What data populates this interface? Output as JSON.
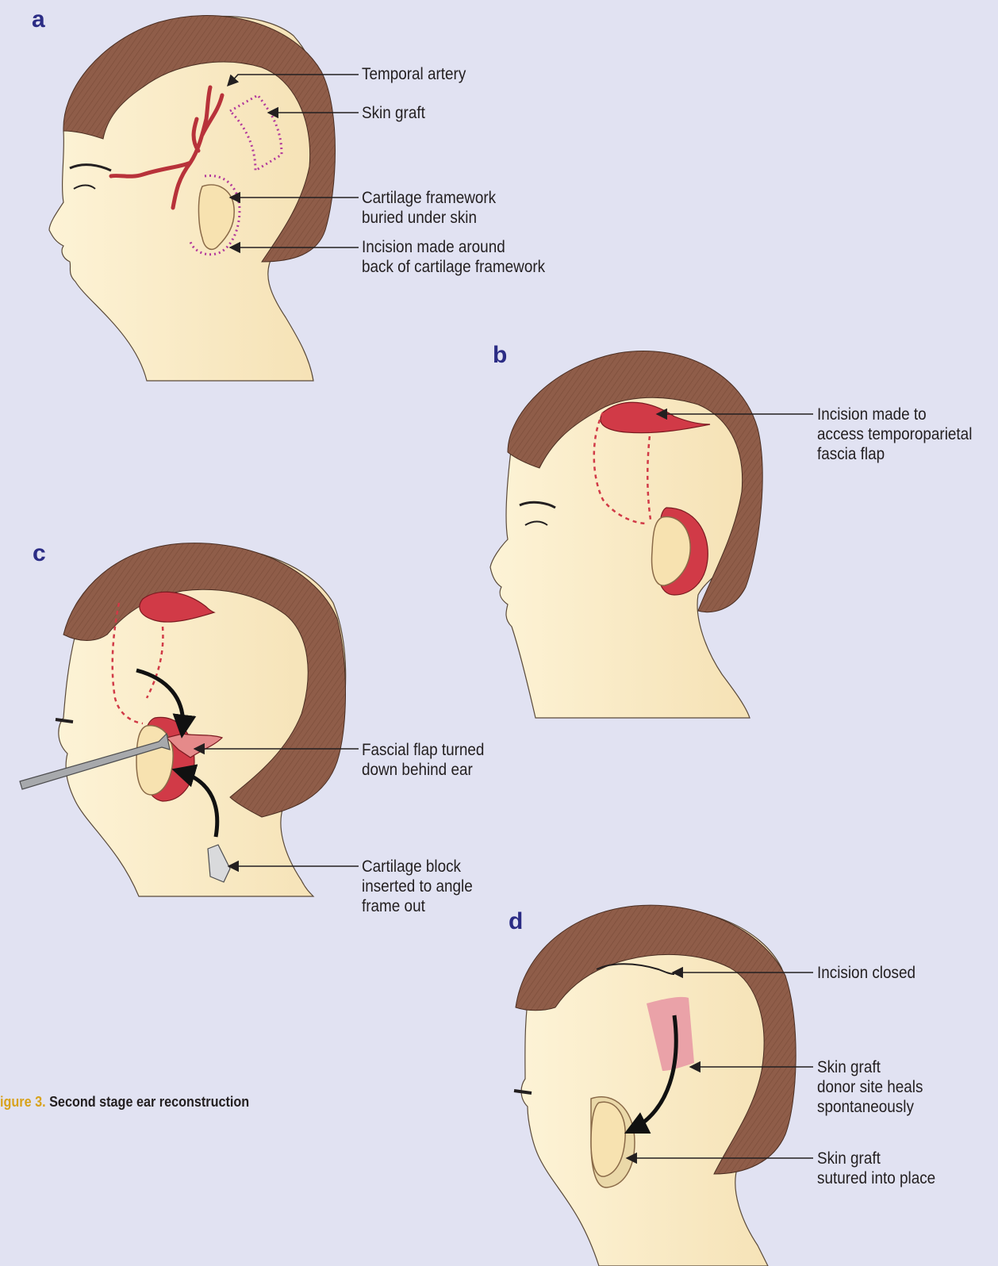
{
  "panels": {
    "a": {
      "letter": "a",
      "labels": {
        "temporal_artery": "Temporal artery",
        "skin_graft": "Skin graft",
        "cartilage_framework": "Cartilage framework\nburied under skin",
        "incision_around": "Incision made around\nback of cartilage framework"
      }
    },
    "b": {
      "letter": "b",
      "labels": {
        "incision_access": "Incision made to\naccess temporoparietal\nfascia flap"
      }
    },
    "c": {
      "letter": "c",
      "labels": {
        "fascial_flap": "Fascial flap turned\ndown behind ear",
        "cartilage_block": "Cartilage block\ninserted to angle\nframe out"
      }
    },
    "d": {
      "letter": "d",
      "labels": {
        "incision_closed": "Incision closed",
        "donor_site": "Skin graft\ndonor site heals\nspontaneously",
        "graft_sutured": "Skin graft\nsutured into place"
      }
    }
  },
  "caption": {
    "figure_label": "igure 3.",
    "text": " Second stage ear reconstruction"
  },
  "colors": {
    "background": "#e1e2f2",
    "skin": "#fbeec8",
    "hair": "#8f5d49",
    "wound": "#d13a47",
    "dotted_outline": "#b33a9c",
    "panel_letter": "#2b2c85",
    "caption_figure": "#d8a21b"
  }
}
